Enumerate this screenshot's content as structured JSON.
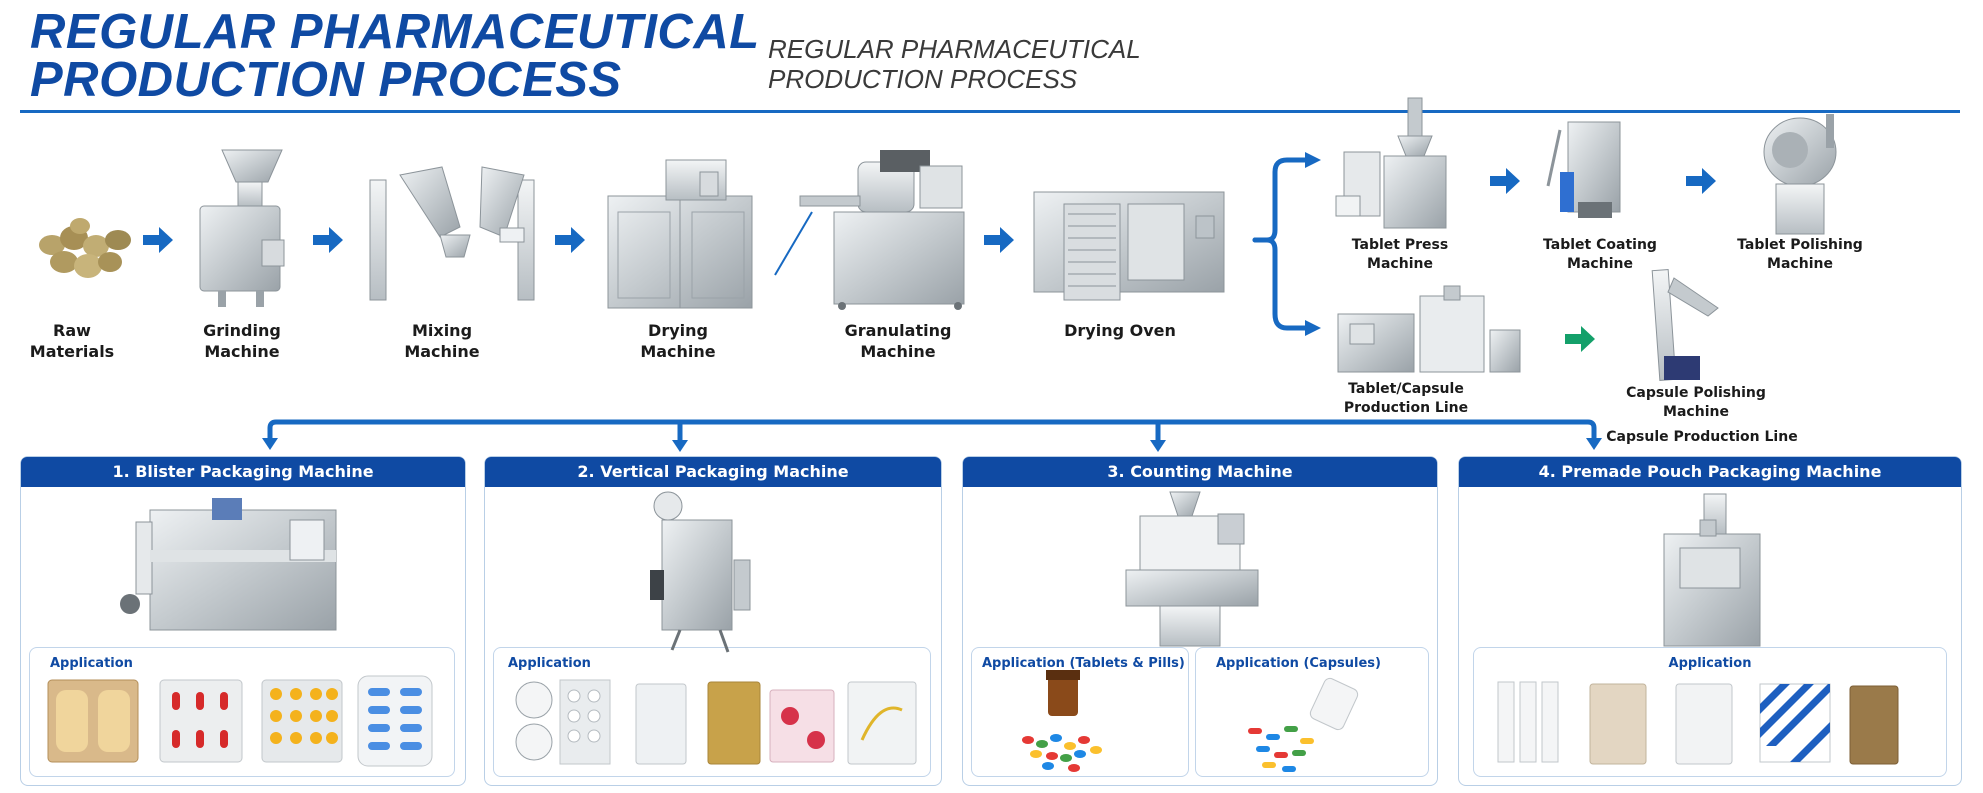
{
  "header": {
    "title_line1": "REGULAR PHARMACEUTICAL",
    "title_line2": "PRODUCTION PROCESS",
    "subtitle_line1": "REGULAR PHARMACEUTICAL",
    "subtitle_line2": "PRODUCTION PROCESS"
  },
  "process": {
    "raw_l1": "Raw",
    "raw_l2": "Materials",
    "grinding_l1": "Grinding",
    "grinding_l2": "Machine",
    "mixing_l1": "Mixing",
    "mixing_l2": "Machine",
    "drying_l1": "Drying",
    "drying_l2": "Machine",
    "granulating_l1": "Granulating",
    "granulating_l2": "Machine",
    "oven": "Drying Oven",
    "tablet_press_l1": "Tablet Press",
    "tablet_press_l2": "Machine",
    "tablet_coating_l1": "Tablet Coating",
    "tablet_coating_l2": "Machine",
    "tablet_polishing_l1": "Tablet Polishing",
    "tablet_polishing_l2": "Machine",
    "capsule_line_l1": "Tablet/Capsule",
    "capsule_line_l2": "Production Line",
    "capsule_polishing_l1": "Capsule Polishing",
    "capsule_polishing_l2": "Machine",
    "capsule_production_line": "Capsule Production Line"
  },
  "packaging": {
    "blister": "1. Blister Packaging Machine",
    "vertical": "2. Vertical Packaging Machine",
    "counting": "3. Counting Machine",
    "pouch": "4. Premade Pouch Packaging Machine",
    "app": "Application",
    "app_tablets": "Application (Tablets & Pills)",
    "app_capsules": "Application (Capsules)"
  },
  "colors": {
    "brand_blue": "#0f4aa3",
    "arrow_blue": "#1769c2",
    "arrow_green": "#14a06a",
    "steel": "#c9ced3"
  }
}
